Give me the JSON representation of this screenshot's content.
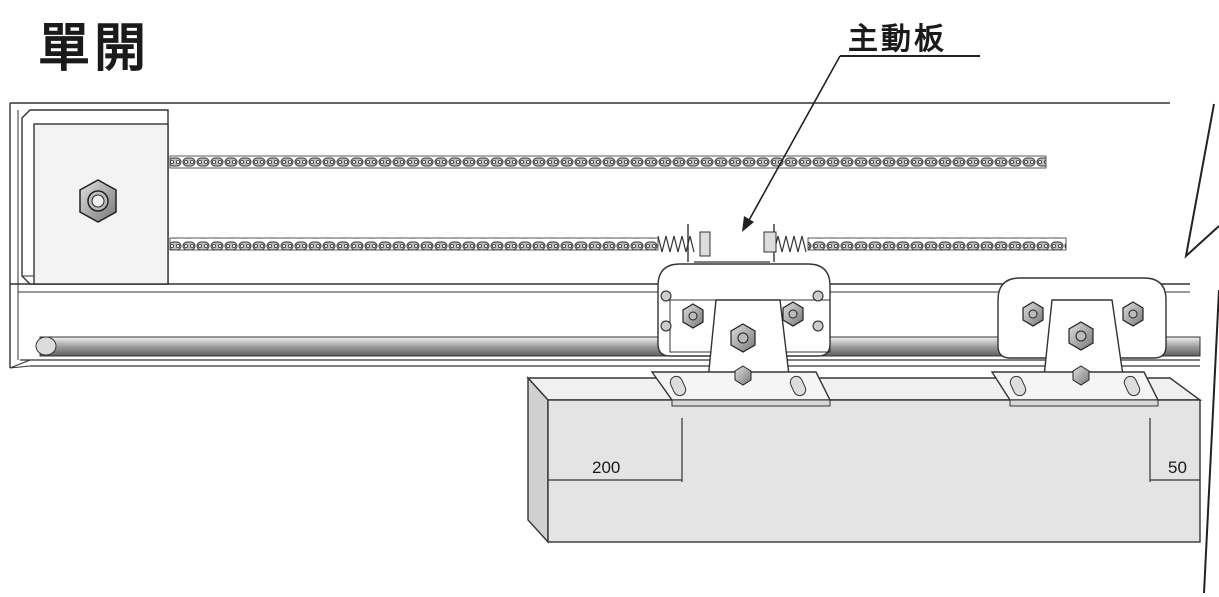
{
  "title": "單開",
  "callout_label": "主動板",
  "dimensions": {
    "left": "200",
    "right": "50"
  },
  "colors": {
    "line": "#2a2a2a",
    "panel": "#e6e6e6",
    "panel_dark": "#c8c8c8",
    "metal": "#d9d9d9",
    "bolt": "#9a9a9a",
    "background": "#ffffff"
  }
}
